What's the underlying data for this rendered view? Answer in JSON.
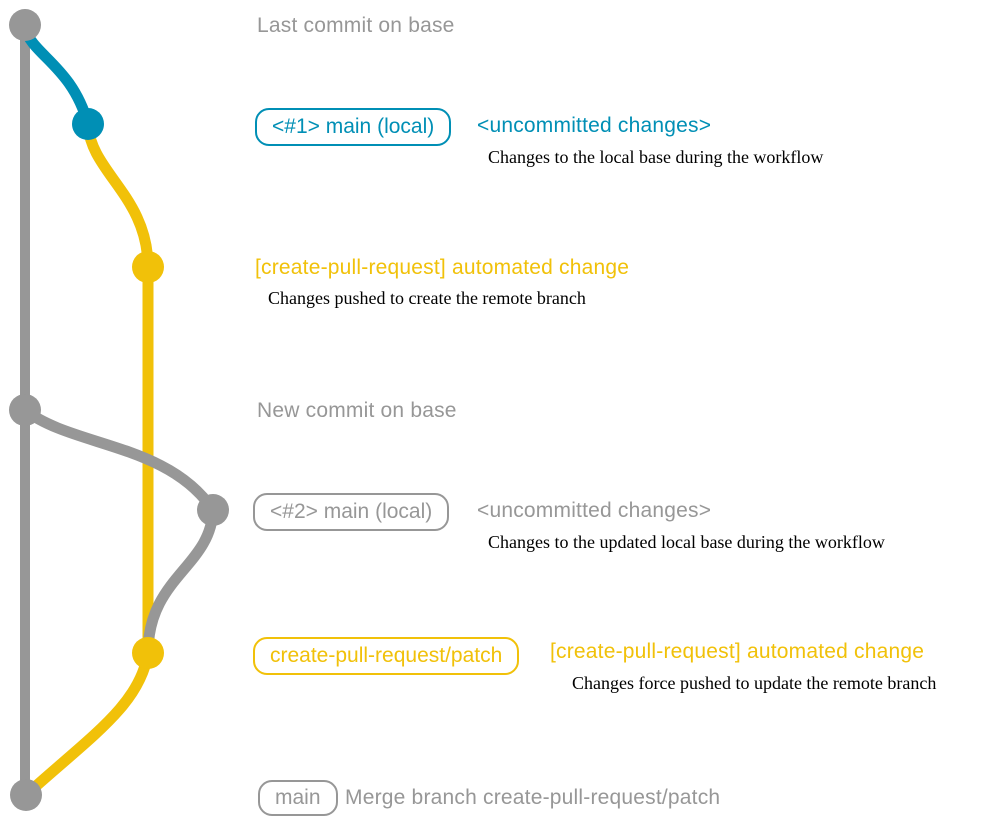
{
  "colors": {
    "gray": "#979797",
    "blue": "#008fb5",
    "yellow": "#f1c109",
    "note_text": "#000000",
    "background": "#ffffff"
  },
  "diagram": {
    "type": "git-branch-graph",
    "branch_color_legend": {
      "gray": "base / main",
      "blue": "main (local) during workflow",
      "yellow": "create-pull-request/patch"
    },
    "commit_order": [
      "base_last",
      "main1",
      "patch1",
      "base_new",
      "main2",
      "patch2",
      "merge"
    ]
  },
  "commits": {
    "base_last": {
      "message": "Last commit on base"
    },
    "main1": {
      "branch_label": "<#1> main (local)",
      "message": "<uncommitted changes>",
      "note": "Changes to the local base during the workflow"
    },
    "patch1": {
      "message": "[create-pull-request] automated change",
      "note": "Changes pushed to create the remote branch"
    },
    "base_new": {
      "message": "New commit on base"
    },
    "main2": {
      "branch_label": "<#2> main (local)",
      "message": "<uncommitted changes>",
      "note": "Changes to the updated local base during the workflow"
    },
    "patch2": {
      "branch_label": "create-pull-request/patch",
      "message": "[create-pull-request] automated change",
      "note": "Changes force pushed to update the remote branch"
    },
    "merge": {
      "branch_label": "main",
      "message": "Merge branch create-pull-request/patch"
    }
  }
}
